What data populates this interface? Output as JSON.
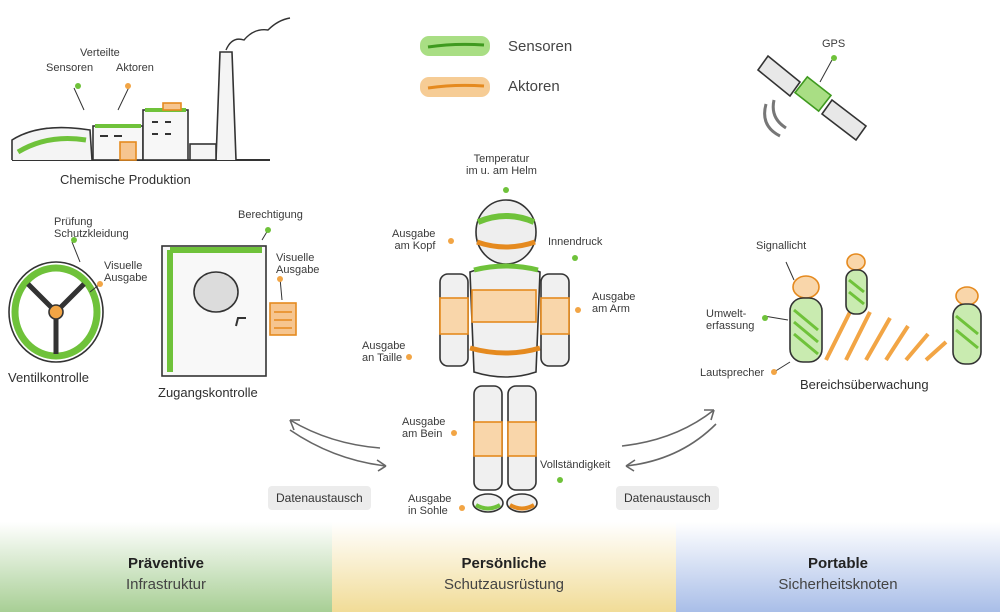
{
  "legend": {
    "sensors_label": "Sensoren",
    "actuators_label": "Aktoren",
    "sensor_color": "#6fc23a",
    "actuator_color": "#f2a545"
  },
  "chemical": {
    "title": "Chemische Produktion",
    "sensors_label": "Sensoren",
    "distributed_label": "Verteilte",
    "actuators_label": "Aktoren"
  },
  "valve": {
    "title": "Ventilkontrolle",
    "check_label": "Prüfung\nSchutzkleidung",
    "visual_label": "Visuelle\nAusgabe"
  },
  "access": {
    "title": "Zugangskontrolle",
    "auth_label": "Berechtigung",
    "visual_label": "Visuelle\nAusgabe"
  },
  "person": {
    "temp_label": "Temperatur\nim u. am Helm",
    "head_out_label": "Ausgabe\nam Kopf",
    "pressure_label": "Innendruck",
    "arm_out_label": "Ausgabe\nam Arm",
    "waist_out_label": "Ausgabe\nan Taille",
    "leg_out_label": "Ausgabe\nam Bein",
    "completeness_label": "Vollständigkeit",
    "sole_out_label": "Ausgabe\nin Sohle"
  },
  "area": {
    "title": "Bereichsüberwachung",
    "gps_label": "GPS",
    "signal_label": "Signallicht",
    "env_label": "Umwelt-\nerfassung",
    "speaker_label": "Lautsprecher"
  },
  "exchange_left": "Datenaustausch",
  "exchange_right": "Datenaustausch",
  "bands": [
    {
      "title": "Präventive",
      "subtitle": "Infrastruktur"
    },
    {
      "title": "Persönliche",
      "subtitle": "Schutzausrüstung"
    },
    {
      "title": "Portable",
      "subtitle": "Sicherheitsknoten"
    }
  ]
}
